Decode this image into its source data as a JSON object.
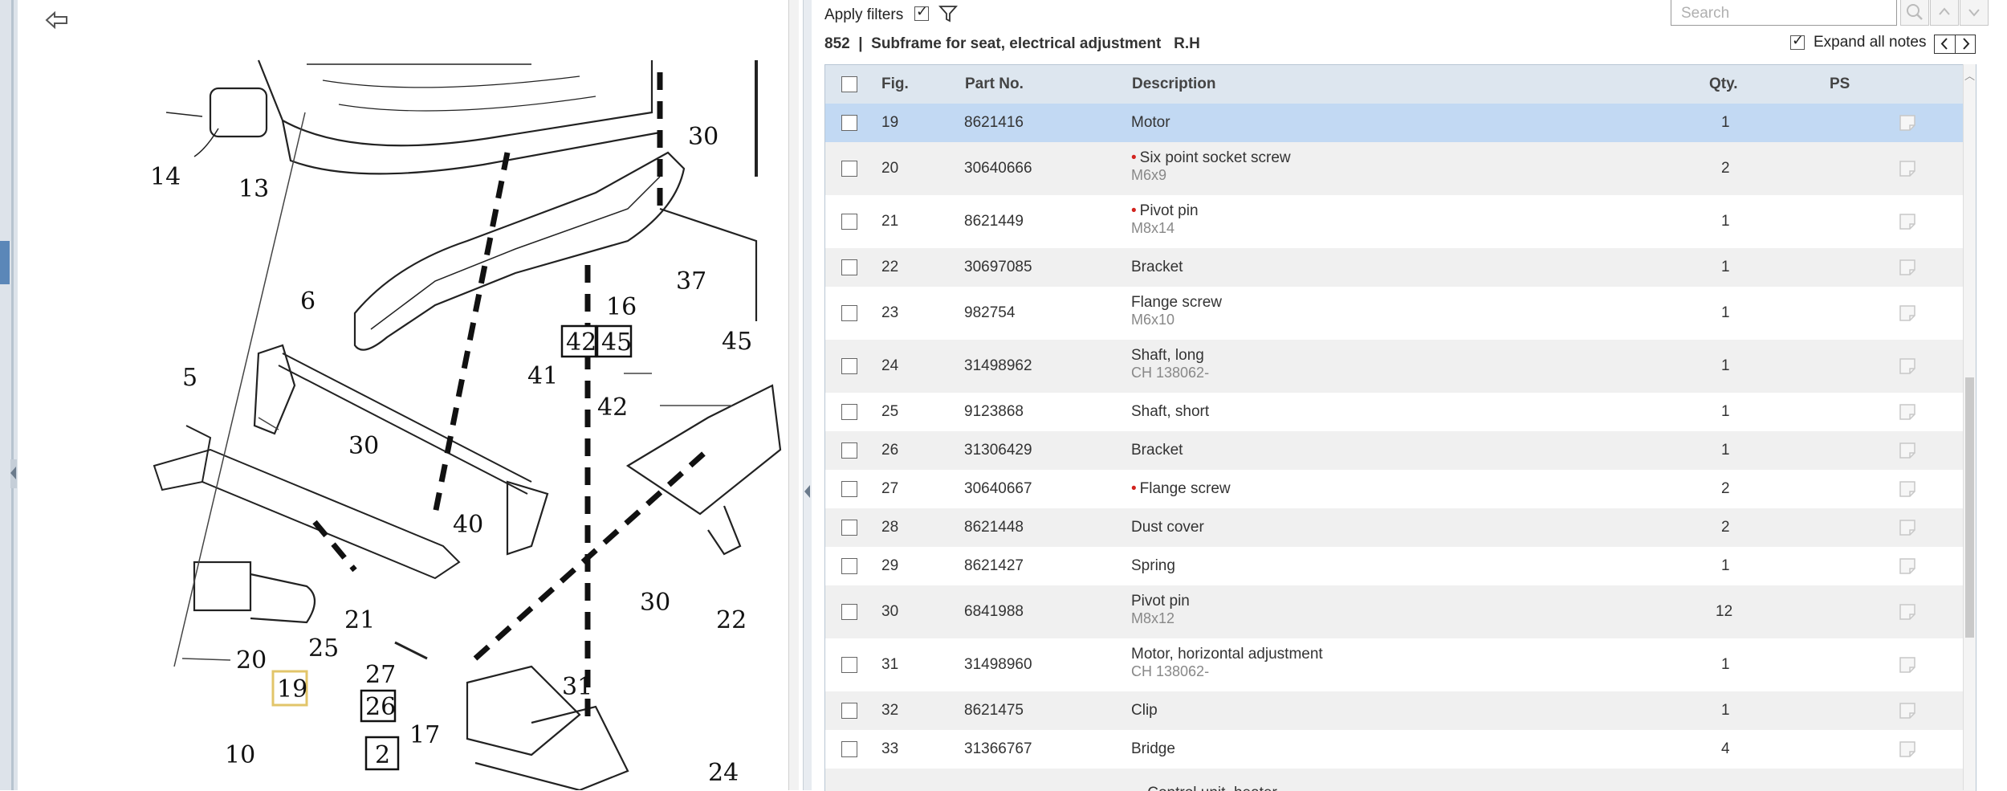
{
  "toolbar": {
    "apply_filters_label": "Apply filters",
    "apply_filters_checked": true,
    "search_placeholder": "Search",
    "expand_all_notes_label": "Expand all notes",
    "expand_all_notes_checked": true
  },
  "section": {
    "number": "852",
    "separator": "|",
    "title": "Subframe for seat, electrical adjustment",
    "side": "R.H"
  },
  "columns": {
    "fig": "Fig.",
    "part_no": "Part No.",
    "description": "Description",
    "qty": "Qty.",
    "ps": "PS"
  },
  "rows": [
    {
      "fig": "19",
      "part_no": "8621416",
      "description": "Motor",
      "note": "",
      "qty": "1",
      "bullet": false,
      "selected": true
    },
    {
      "fig": "20",
      "part_no": "30640666",
      "description": "Six point socket screw",
      "note": "M6x9",
      "qty": "2",
      "bullet": true,
      "selected": false
    },
    {
      "fig": "21",
      "part_no": "8621449",
      "description": "Pivot pin",
      "note": "M8x14",
      "qty": "1",
      "bullet": true,
      "selected": false
    },
    {
      "fig": "22",
      "part_no": "30697085",
      "description": "Bracket",
      "note": "",
      "qty": "1",
      "bullet": false,
      "selected": false
    },
    {
      "fig": "23",
      "part_no": "982754",
      "description": "Flange screw",
      "note": "M6x10",
      "qty": "1",
      "bullet": false,
      "selected": false
    },
    {
      "fig": "24",
      "part_no": "31498962",
      "description": "Shaft, long",
      "note": "CH 138062-",
      "qty": "1",
      "bullet": false,
      "selected": false
    },
    {
      "fig": "25",
      "part_no": "9123868",
      "description": "Shaft, short",
      "note": "",
      "qty": "1",
      "bullet": false,
      "selected": false
    },
    {
      "fig": "26",
      "part_no": "31306429",
      "description": "Bracket",
      "note": "",
      "qty": "1",
      "bullet": false,
      "selected": false
    },
    {
      "fig": "27",
      "part_no": "30640667",
      "description": "Flange screw",
      "note": "",
      "qty": "2",
      "bullet": true,
      "selected": false
    },
    {
      "fig": "28",
      "part_no": "8621448",
      "description": "Dust cover",
      "note": "",
      "qty": "2",
      "bullet": false,
      "selected": false
    },
    {
      "fig": "29",
      "part_no": "8621427",
      "description": "Spring",
      "note": "",
      "qty": "1",
      "bullet": false,
      "selected": false
    },
    {
      "fig": "30",
      "part_no": "6841988",
      "description": "Pivot pin",
      "note": "M8x12",
      "qty": "12",
      "bullet": false,
      "selected": false
    },
    {
      "fig": "31",
      "part_no": "31498960",
      "description": "Motor, horizontal adjustment",
      "note": "CH 138062-",
      "qty": "1",
      "bullet": false,
      "selected": false
    },
    {
      "fig": "32",
      "part_no": "8621475",
      "description": "Clip",
      "note": "",
      "qty": "1",
      "bullet": false,
      "selected": false
    },
    {
      "fig": "33",
      "part_no": "31366767",
      "description": "Bridge",
      "note": "",
      "qty": "4",
      "bullet": false,
      "selected": false
    }
  ],
  "group_row": {
    "label": "Control unit, heater"
  },
  "diagram": {
    "labels": [
      "14",
      "13",
      "30",
      "6",
      "5",
      "30",
      "37",
      "16",
      "42",
      "45",
      "41",
      "42",
      "45",
      "40",
      "21",
      "30",
      "22",
      "20",
      "19",
      "25",
      "27",
      "26",
      "31",
      "17",
      "10",
      "2",
      "24"
    ]
  },
  "colors": {
    "accent_selected": "#c2d9f3",
    "header_bg": "#dde6ef",
    "bullet_red": "#d2231e"
  }
}
